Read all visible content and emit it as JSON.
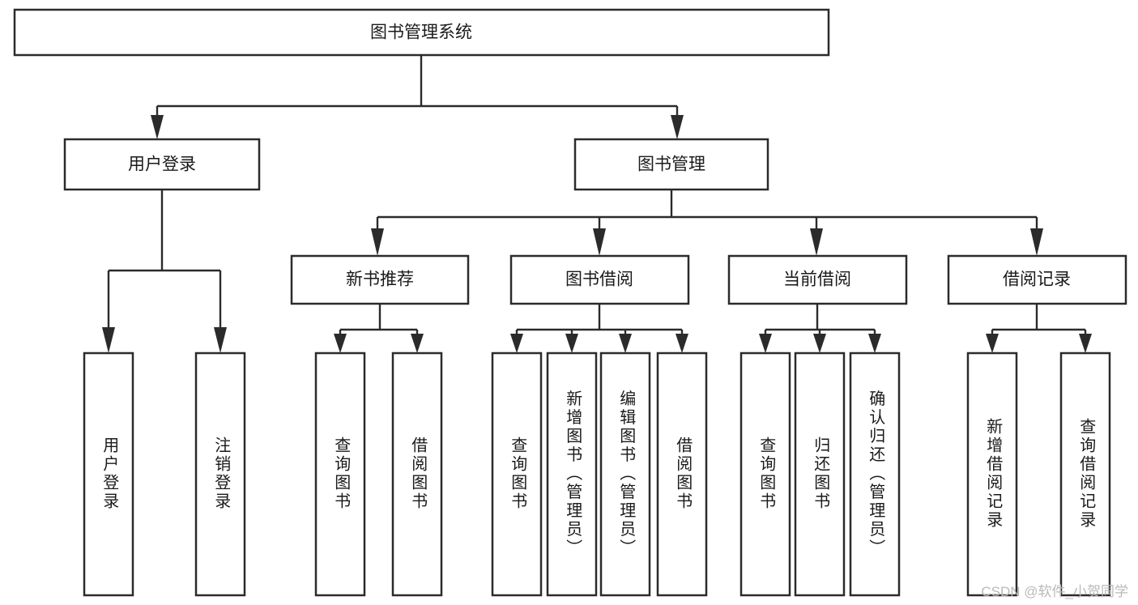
{
  "diagram": {
    "title": "图书管理系统",
    "type": "tree",
    "watermark": "CSDN @软件_小贺同学",
    "colors": {
      "box_stroke": "#2b2b2b",
      "box_fill": "#ffffff",
      "text": "#1a1a1a",
      "connector": "#2b2b2b",
      "watermark": "#b9b9b9",
      "background": "#ffffff"
    },
    "levels": {
      "root": {
        "label": "图书管理系统"
      },
      "level2": [
        {
          "label": "用户登录"
        },
        {
          "label": "图书管理"
        }
      ],
      "level3": [
        {
          "label": "新书推荐"
        },
        {
          "label": "图书借阅"
        },
        {
          "label": "当前借阅"
        },
        {
          "label": "借阅记录"
        }
      ]
    },
    "groups": [
      {
        "parent": "用户登录",
        "leaves": [
          {
            "label": "用户登录"
          },
          {
            "label": "注销登录"
          }
        ]
      },
      {
        "parent": "新书推荐",
        "leaves": [
          {
            "label": "查询图书"
          },
          {
            "label": "借阅图书"
          }
        ]
      },
      {
        "parent": "图书借阅",
        "leaves": [
          {
            "label": "查询图书"
          },
          {
            "label": "新增图书（管理员）"
          },
          {
            "label": "编辑图书（管理员）"
          },
          {
            "label": "借阅图书"
          }
        ]
      },
      {
        "parent": "当前借阅",
        "leaves": [
          {
            "label": "查询图书"
          },
          {
            "label": "归还图书"
          },
          {
            "label": "确认归还（管理员）"
          }
        ]
      },
      {
        "parent": "借阅记录",
        "leaves": [
          {
            "label": "新增借阅记录"
          },
          {
            "label": "查询借阅记录"
          }
        ]
      }
    ]
  }
}
